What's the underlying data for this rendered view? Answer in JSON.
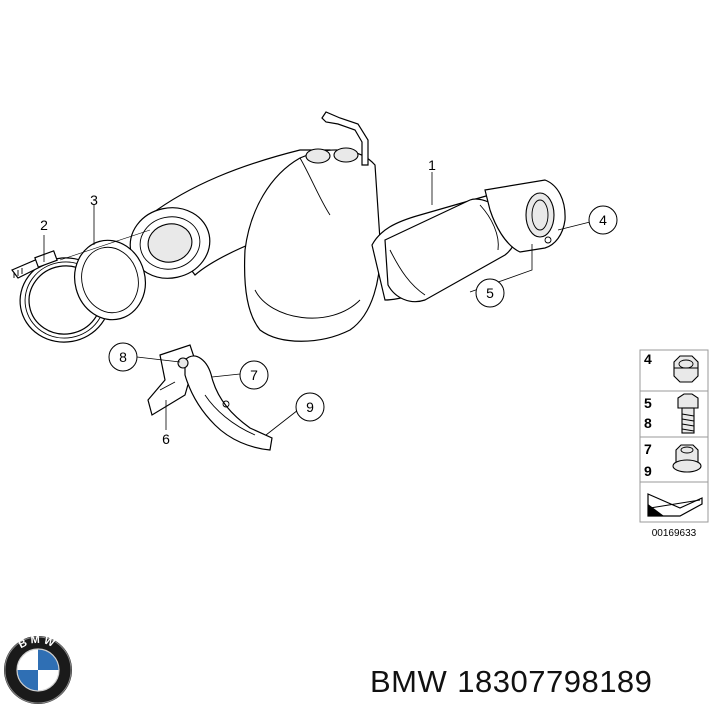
{
  "callouts": {
    "c1": "1",
    "c2": "2",
    "c3": "3",
    "c4": "4",
    "c5": "5",
    "c6": "6",
    "c7": "7",
    "c8": "8",
    "c9": "9"
  },
  "legend": {
    "row1": [
      "4"
    ],
    "row2": [
      "5",
      "8"
    ],
    "row3": [
      "7",
      "9"
    ],
    "code": "00169633"
  },
  "footer": {
    "brand": "BMW",
    "part_number": "18307798189",
    "logo_letters": "BMW"
  },
  "colors": {
    "logo_blue": "#2f6fb4",
    "logo_ring": "#1a1a1a",
    "stroke": "#000000",
    "shade": "#e9e9e9"
  }
}
